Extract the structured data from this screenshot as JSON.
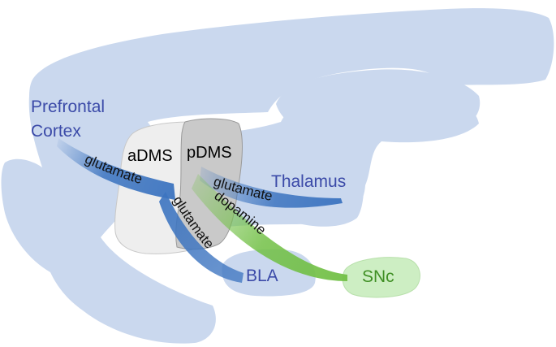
{
  "regions": {
    "prefrontal_cortex_line1": "Prefrontal",
    "prefrontal_cortex_line2": "Cortex",
    "thalamus": "Thalamus",
    "bla": "BLA",
    "snc": "SNc"
  },
  "striatum": {
    "adms": "aDMS",
    "pdms": "pDMS"
  },
  "pathways": {
    "pfc_to_adms": "glutamate",
    "thalamus_to_pdms": "glutamate",
    "bla_to_adms": "glutamate",
    "snc_to_pdms": "dopamine"
  },
  "colors": {
    "brain": "#cad8ee",
    "adms": "#eeeeee",
    "pdms": "#c9c9c9",
    "glutamate": "#3c74c0",
    "dopamine": "#72c046",
    "snc_fill": "#cdeec3",
    "blue_text": "#3b4aa8",
    "green_text": "#3f8f24"
  }
}
